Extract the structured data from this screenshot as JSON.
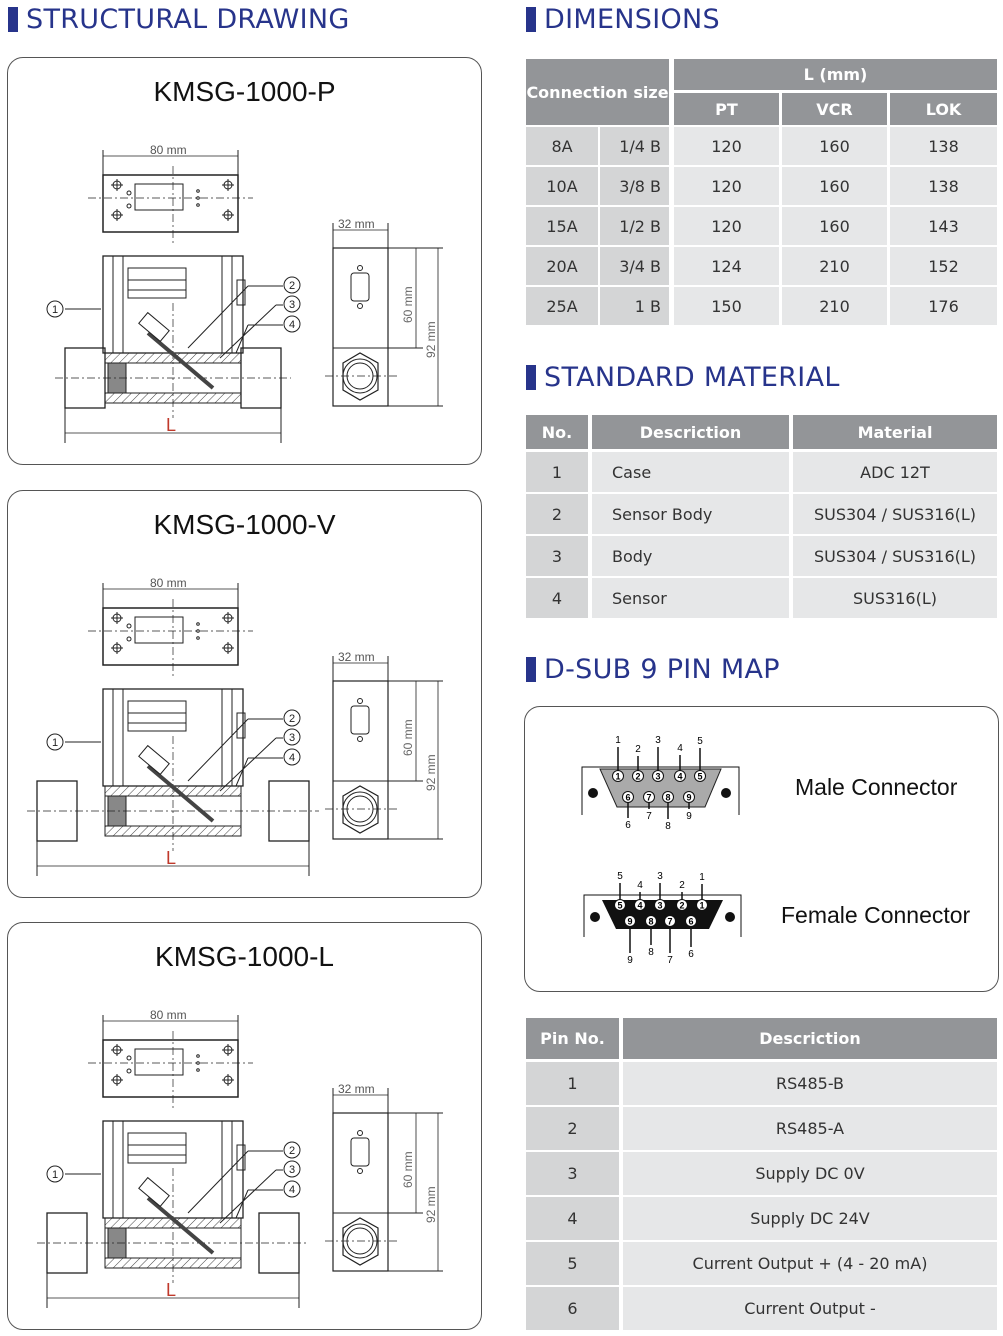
{
  "sections": {
    "structural": "STRUCTURAL DRAWING",
    "dimensions": "DIMENSIONS",
    "material": "STANDARD MATERIAL",
    "dsub": "D-SUB 9 PIN MAP"
  },
  "colors": {
    "accent": "#27348b",
    "header": "#939598",
    "row": "#e6e7e8",
    "row_dark": "#d4d5d6"
  },
  "drawings": [
    {
      "model": "KMSG-1000-P",
      "width_dim": "80 mm",
      "depth_dim": "32 mm",
      "h1_dim": "60 mm",
      "h2_dim": "92 mm",
      "length_label": "L",
      "callouts": [
        "1",
        "2",
        "3",
        "4"
      ]
    },
    {
      "model": "KMSG-1000-V",
      "width_dim": "80 mm",
      "depth_dim": "32 mm",
      "h1_dim": "60 mm",
      "h2_dim": "92 mm",
      "length_label": "L",
      "callouts": [
        "1",
        "2",
        "3",
        "4"
      ]
    },
    {
      "model": "KMSG-1000-L",
      "width_dim": "80 mm",
      "depth_dim": "32 mm",
      "h1_dim": "60 mm",
      "h2_dim": "92 mm",
      "length_label": "L",
      "callouts": [
        "1",
        "2",
        "3",
        "4"
      ]
    }
  ],
  "dimensions_table": {
    "connection_header": "Connection size",
    "l_header": "L (mm)",
    "sub_headers": [
      "PT",
      "VCR",
      "LOK"
    ],
    "rows": [
      [
        "8A",
        "1/4 B",
        "120",
        "160",
        "138"
      ],
      [
        "10A",
        "3/8 B",
        "120",
        "160",
        "138"
      ],
      [
        "15A",
        "1/2 B",
        "120",
        "160",
        "143"
      ],
      [
        "20A",
        "3/4 B",
        "124",
        "210",
        "152"
      ],
      [
        "25A",
        "1 B",
        "150",
        "210",
        "176"
      ]
    ]
  },
  "material_table": {
    "headers": [
      "No.",
      "Descriction",
      "Material"
    ],
    "rows": [
      [
        "1",
        "Case",
        "ADC 12T"
      ],
      [
        "2",
        "Sensor Body",
        "SUS304 / SUS316(L)"
      ],
      [
        "3",
        "Body",
        "SUS304 / SUS316(L)"
      ],
      [
        "4",
        "Sensor",
        "SUS316(L)"
      ]
    ]
  },
  "dsub": {
    "male_label": "Male Connector",
    "female_label": "Female Connector",
    "pins": [
      "1",
      "2",
      "3",
      "4",
      "5",
      "6",
      "7",
      "8",
      "9"
    ]
  },
  "pin_table": {
    "headers": [
      "Pin No.",
      "Descriction"
    ],
    "rows": [
      [
        "1",
        "RS485-B"
      ],
      [
        "2",
        "RS485-A"
      ],
      [
        "3",
        "Supply DC 0V"
      ],
      [
        "4",
        "Supply DC 24V"
      ],
      [
        "5",
        "Current Output + (4 - 20 mA)"
      ],
      [
        "6",
        "Current Output -"
      ]
    ]
  }
}
